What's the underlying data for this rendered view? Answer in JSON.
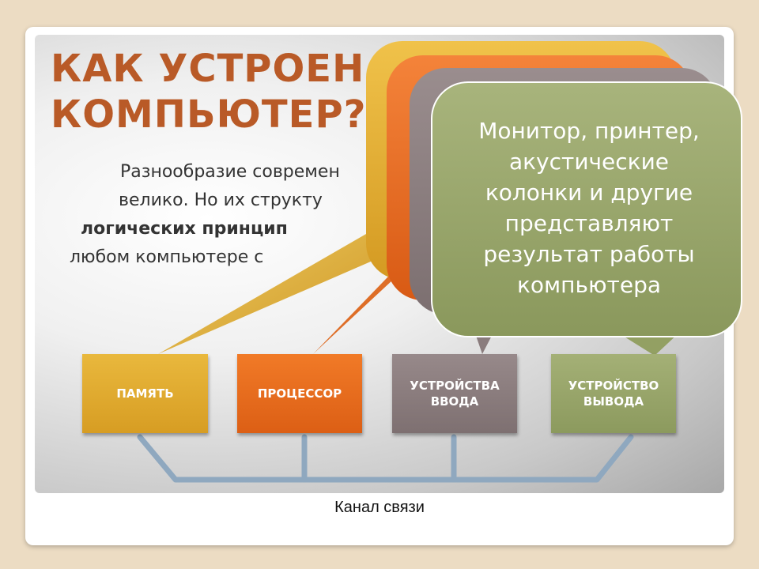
{
  "slide": {
    "title_lines": [
      "КАК УСТРОЕН",
      "КОМПЬЮТЕР?"
    ],
    "body_lines": [
      "Разнообразие современ",
      "велико. Но их структу",
      "логических принцип",
      "любом компьютере с"
    ],
    "callout_lines": [
      "Монитор, принтер,",
      "акустические",
      "колонки и другие",
      "представляют",
      "результат работы",
      "компьютера"
    ],
    "boxes": {
      "memory": [
        "ПАМЯТЬ"
      ],
      "processor": [
        "ПРОЦЕССОР"
      ],
      "input": [
        "УСТРОЙСТВА",
        "ВВОДА"
      ],
      "output": [
        "УСТРОЙСТВО",
        "ВЫВОДА"
      ]
    },
    "bus_caption": "Канал связи"
  },
  "colors": {
    "background": "#ecdcc3",
    "title": "#b95a27",
    "memory": "#dca62c",
    "processor": "#e56a1d",
    "input": "#8a7c7d",
    "output": "#97a468",
    "bus": "#8fa8bf"
  }
}
